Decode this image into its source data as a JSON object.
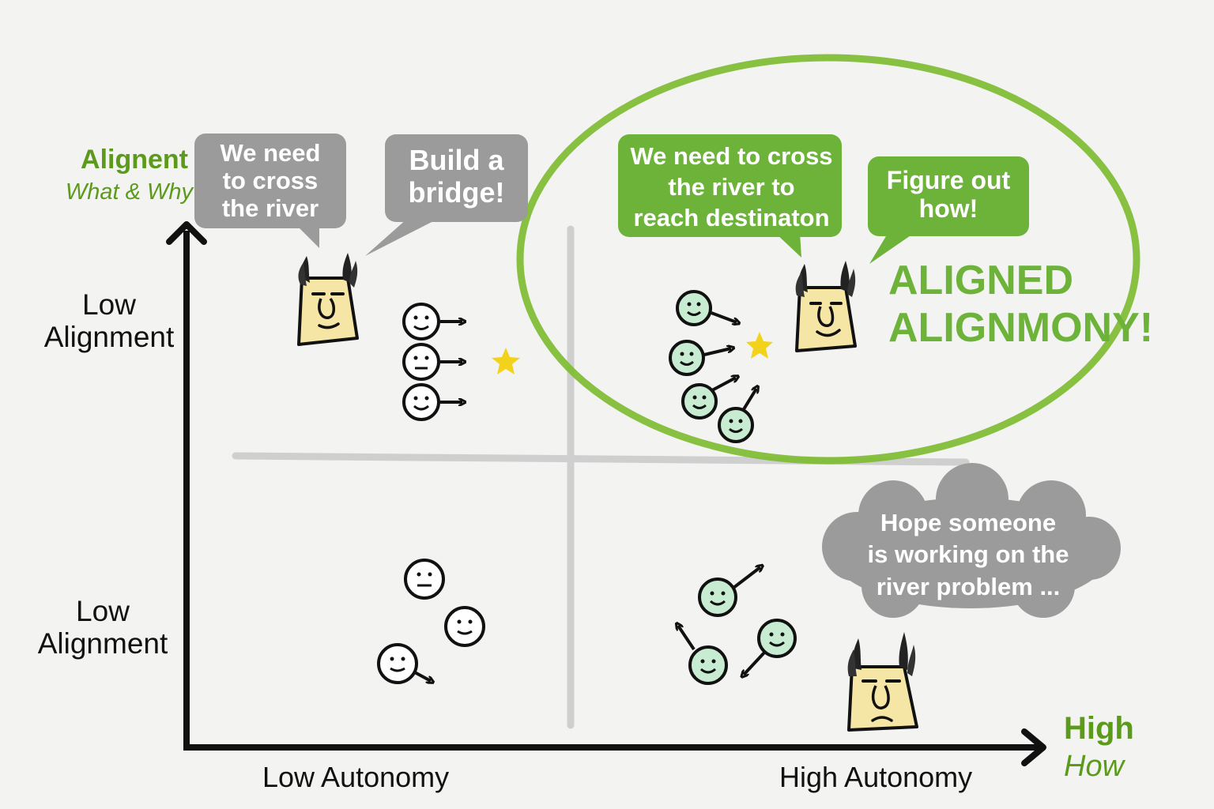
{
  "axes": {
    "y_title": "Alignent",
    "y_subtitle": "What & Why",
    "y_label_top": "Low\nAlignment",
    "y_label_bottom": "Low\nAlignment",
    "x_label_left": "Low Autonomy",
    "x_label_right": "High Autonomy",
    "x_title": "High",
    "x_subtitle": "How"
  },
  "bubbles": {
    "q1_leader_speech": "We need\nto cross\nthe river",
    "q1_leader_order": "Build a\nbridge!",
    "q2_leader_speech": "We need to cross\nthe river to\nreach destinaton",
    "q2_leader_order": "Figure out\nhow!",
    "q4_thought": "Hope someone\nis working on the\nriver problem ..."
  },
  "highlight": {
    "title_line1": "ALIGNED",
    "title_line2": "ALIGNMONY!"
  },
  "colors": {
    "green": "#6db33a",
    "dark_green": "#5c9a1c",
    "gray_bubble": "#9b9b9b",
    "face_yellow": "#f6e6a6",
    "face_green": "#c8ecd2",
    "star": "#f3d21b"
  }
}
